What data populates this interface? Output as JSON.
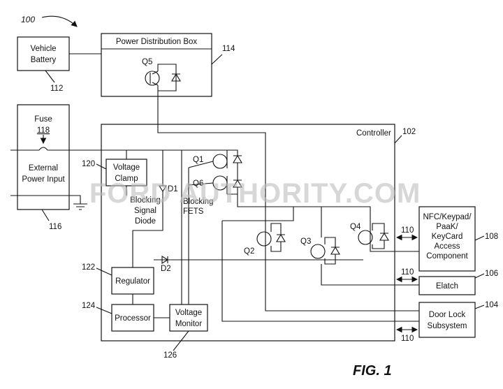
{
  "figure": {
    "ref_main": "100",
    "fig_label": "FIG. 1",
    "watermark": "FORD AUTHORITY.COM"
  },
  "blocks": {
    "vehicle_battery": {
      "lines": [
        "Vehicle",
        "Battery"
      ],
      "ref": "112"
    },
    "power_distribution_box": {
      "title": "Power Distribution Box",
      "ref": "114",
      "transistor": "Q5"
    },
    "external_power": {
      "fuse_label": "Fuse",
      "fuse_ref": "118",
      "lines": [
        "External",
        "Power Input"
      ],
      "ref": "116"
    },
    "controller": {
      "title": "Controller",
      "ref": "102"
    },
    "voltage_clamp": {
      "lines": [
        "Voltage",
        "Clamp"
      ],
      "ref": "120"
    },
    "blocking_signal_diode": {
      "lines": [
        "Blocking",
        "Signal",
        "Diode"
      ],
      "diode": "D1"
    },
    "blocking_fets": {
      "lines": [
        "Blocking",
        "FETS"
      ],
      "q_top": "Q1",
      "q_bottom": "Q6"
    },
    "regulator": {
      "label": "Regulator",
      "ref": "122",
      "diode": "D2"
    },
    "processor": {
      "label": "Processor",
      "ref": "124"
    },
    "voltage_monitor": {
      "lines": [
        "Voltage",
        "Monitor"
      ],
      "ref": "126"
    },
    "switches": {
      "q2": "Q2",
      "q3": "Q3",
      "q4": "Q4"
    },
    "nfc_component": {
      "lines": [
        "NFC/Keypad/",
        "PaaK/",
        "KeyCard",
        "Access",
        "Component"
      ],
      "ref": "108"
    },
    "elatch": {
      "label": "Elatch",
      "ref": "106"
    },
    "door_lock": {
      "lines": [
        "Door Lock",
        "Subsystem"
      ],
      "ref": "104"
    },
    "bus_ref": "110"
  }
}
